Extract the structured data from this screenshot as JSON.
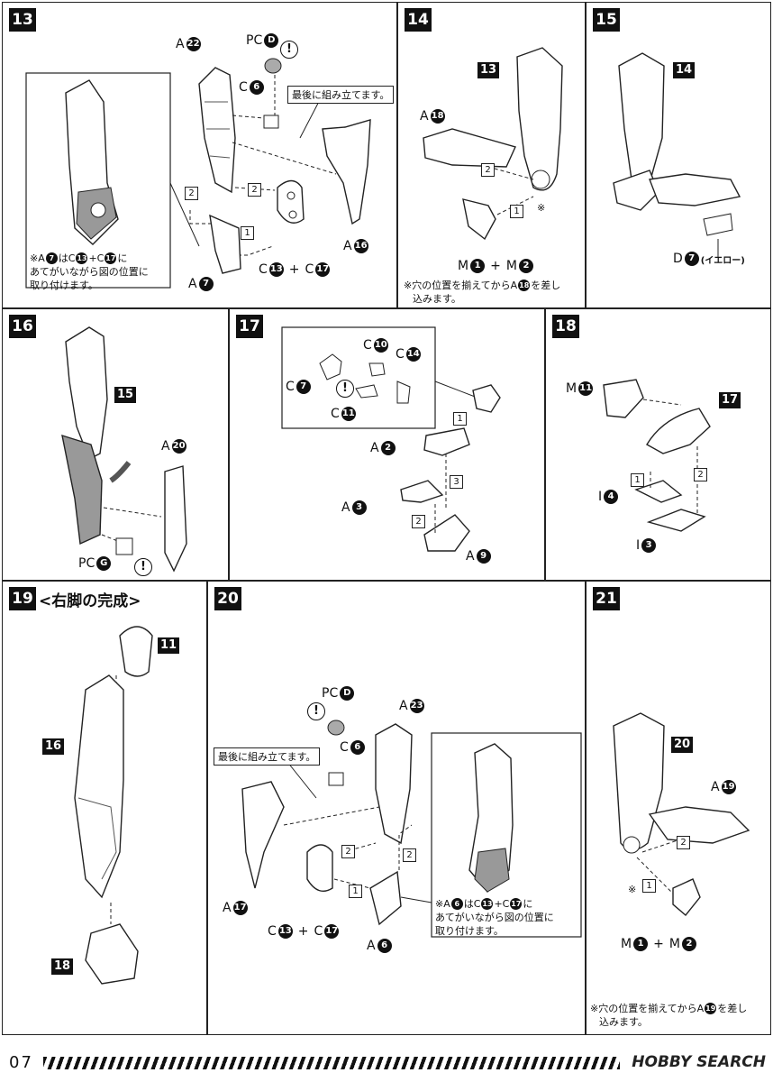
{
  "page_number": "07",
  "watermark": "HOBBY SEARCH",
  "warn_symbol": "!",
  "steps": {
    "s13": {
      "num": "13",
      "a22": "A",
      "a22c": "22",
      "pcd": "PC",
      "pcdc": "D",
      "c6": "C",
      "c6c": "6",
      "callout": "最後に組み立てます。",
      "a16": "A",
      "a16c": "16",
      "a7": "A",
      "a7c": "7",
      "c13": "C",
      "c13c": "13",
      "plus": "+",
      "c17": "C",
      "c17c": "17",
      "n1": "1",
      "n2a": "2",
      "n2b": "2",
      "note1": "※A",
      "note1c": "7",
      "note2": "はC",
      "note2c": "13",
      "note3": "+C",
      "note3c": "17",
      "note4": "に",
      "note_line2": "あてがいながら図の位置に",
      "note_line3": "取り付けます。"
    },
    "s14": {
      "num": "14",
      "ref": "13",
      "a18": "A",
      "a18c": "18",
      "m1": "M",
      "m1c": "1",
      "plus": "+",
      "m2": "M",
      "m2c": "2",
      "n1": "1",
      "n2": "2",
      "mark": "※",
      "note_a": "※穴の位置を揃えてからA",
      "note_c": "18",
      "note_b": "を差し",
      "note_line2": "込みます。"
    },
    "s15": {
      "num": "15",
      "ref": "14",
      "d7": "D",
      "d7c": "7",
      "d7note": "(イエロー)"
    },
    "s16": {
      "num": "16",
      "ref": "15",
      "a20": "A",
      "a20c": "20",
      "pcg": "PC",
      "pcgc": "G"
    },
    "s17": {
      "num": "17",
      "c10": "C",
      "c10c": "10",
      "c14": "C",
      "c14c": "14",
      "c7": "C",
      "c7c": "7",
      "c11": "C",
      "c11c": "11",
      "a2": "A",
      "a2c": "2",
      "a3": "A",
      "a3c": "3",
      "a9": "A",
      "a9c": "9",
      "n1": "1",
      "n2": "2",
      "n3": "3"
    },
    "s18": {
      "num": "18",
      "ref": "17",
      "m11": "M",
      "m11c": "11",
      "i4": "I",
      "i4c": "4",
      "i3": "I",
      "i3c": "3",
      "n1": "1",
      "n2": "2"
    },
    "s19": {
      "num": "19",
      "title": "<右脚の完成>",
      "r11": "11",
      "r16": "16",
      "r18": "18"
    },
    "s20": {
      "num": "20",
      "pcd": "PC",
      "pcdc": "D",
      "a23": "A",
      "a23c": "23",
      "c6": "C",
      "c6c": "6",
      "callout": "最後に組み立てます。",
      "a17": "A",
      "a17c": "17",
      "c13": "C",
      "c13c": "13",
      "plus": "+",
      "c17": "C",
      "c17c": "17",
      "a6": "A",
      "a6c": "6",
      "n1": "1",
      "n2a": "2",
      "n2b": "2",
      "note1": "※A",
      "note1c": "6",
      "note2": "はC",
      "note2c": "13",
      "note3": "+C",
      "note3c": "17",
      "note4": "に",
      "note_line2": "あてがいながら図の位置に",
      "note_line3": "取り付けます。"
    },
    "s21": {
      "num": "21",
      "ref": "20",
      "a19": "A",
      "a19c": "19",
      "m1": "M",
      "m1c": "1",
      "plus": "+",
      "m2": "M",
      "m2c": "2",
      "n1": "1",
      "n2": "2",
      "mark": "※",
      "note_a": "※穴の位置を揃えてからA",
      "note_c": "19",
      "note_b": "を差し",
      "note_line2": "込みます。"
    }
  }
}
